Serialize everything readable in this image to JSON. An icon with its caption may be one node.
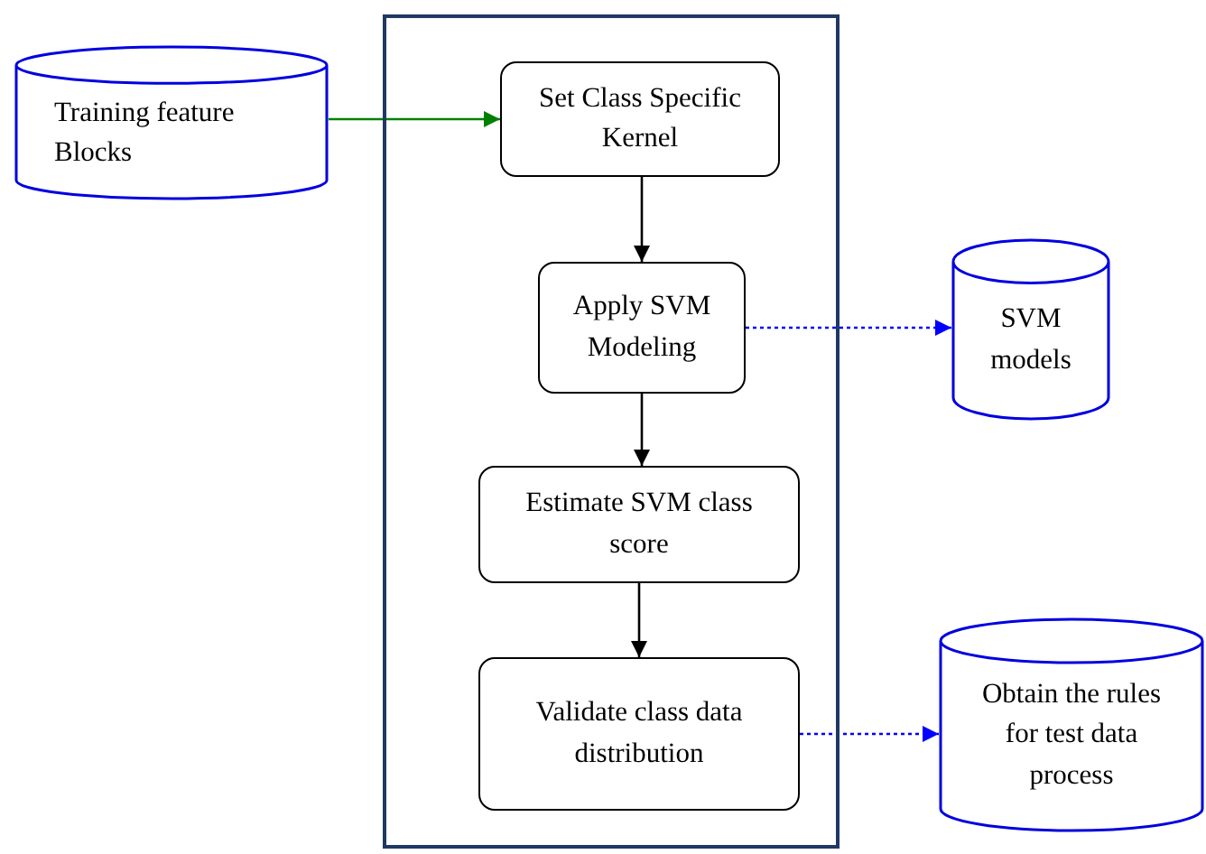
{
  "diagram": {
    "nodes": [
      {
        "text": [
          "Training feature Blocks"
        ]
      },
      {
        "text": [],
        "shape": "box"
      },
      {
        "text": [
          "Set Class Specific Kernel"
        ],
        "in": 1
      },
      {
        "text": [
          "Apply SVM Modeling"
        ],
        "in": 1
      },
      {
        "text": [
          "SVM models"
        ]
      },
      {
        "text": [
          "Estimate SVM class score"
        ],
        "in": 1
      },
      {
        "text": [
          "Validate class data distribution"
        ],
        "in": 1
      },
      {
        "text": [
          "Obtain the rules for test data process"
        ]
      }
    ],
    "edges": [
      {
        "from": 0,
        "to": 2,
        "arrow": "to",
        "color": "#008000"
      },
      {
        "from": 2,
        "to": 3,
        "arrow": "to"
      },
      {
        "from": 3,
        "to": 4,
        "arrow": "to",
        "style": "dashed",
        "color": "#0000ff"
      },
      {
        "from": 3,
        "to": 5,
        "arrow": "to"
      },
      {
        "from": 5,
        "to": 6,
        "arrow": "to"
      },
      {
        "from": 6,
        "to": 7,
        "arrow": "to",
        "style": "dashed",
        "color": "#0000ff"
      }
    ]
  }
}
